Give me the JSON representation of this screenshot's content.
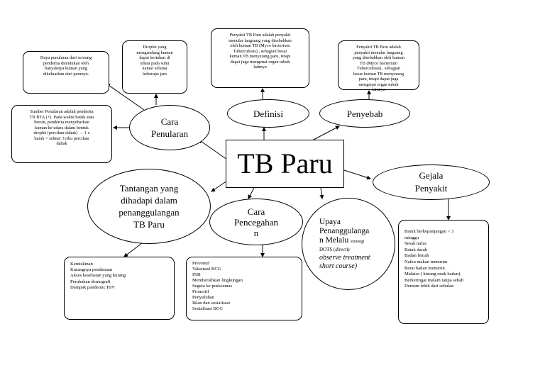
{
  "title": "TB Paru",
  "nodes": {
    "cara_penularan": "Cara\nPenularan",
    "definisi": "Definisi",
    "penyebab": "Penyebab",
    "gejala": "Gejala\nPenyakit",
    "tantangan": "Tantangan yang\ndihadapi dalam\npenanggulangan\nTB Paru",
    "cara_pencegahan": "Cara\nPencegahan\nn",
    "upaya": {
      "line1": "Upaya",
      "line2": "Penanggulanga",
      "line3": "n Melalu",
      "line3_small": "strategi",
      "line4_small": "DOTS (",
      "line4_italic": "directly",
      "line5": "observe treatment",
      "line6": "short course)"
    }
  },
  "boxes": {
    "daya_penularan": "Daya penularan dari seorang\npenderita ditentukan oleh\nbanyaknya kuman yang\ndikeluarkan dari parunya.",
    "droplet": "Droplet yang\nmengandung kuman\ndapat bertahan di\nudara pada suhu\nkamar selama\nbeberapa jam",
    "sumber_penularan": "Sumber Penularan adalah penderita\nTB BTA (+). Pada waktu batuk atau\nbersin, penderita menyebarkan\nkuman ke udara dalam bentuk\ndroplet (percikan dahak) → 1 x\nbatuk = sekitar 3 ribu percikan\ndahak",
    "definisi_text": "Penyakit TB Paru adalah penyakit\nmenular langsung yang disebabkan\noleh kuman TB (Myco bacterium\nTuberculosis) , sebagian besar\nkuman TB menyerang paru, tetapi\ndapat juga mengenai organ tubuh\nlainnya",
    "penyebab_text": "Penyakit TB Paru adalah\npenyakit menular langsung\nyang disebabkan oleh kuman\nTB (Myco bacterium\nTuberculosis) , sebagian\nbesar kuman TB menyerang\nparu, tetapi dapat juga\nmengenai organ tubuh\nlainnya",
    "tantangan_list": [
      "Kemiskinan",
      "Kurangnya pendanaan",
      "Akses kesehatan yang kurang",
      "Perubahan demografi",
      "Dampak pandemic HIV"
    ],
    "pencegahan_list": [
      "Preventif",
      "Vaksinasi BCG",
      "INH",
      "Membersihkan lingkungan",
      "Segera ke puskesmas",
      "Promotif",
      "Penyuluhan",
      "Iklan dan sosialisasi",
      "Sosialisasi BCG"
    ],
    "gejala_list": [
      "Batuk berkepanjangan > 3",
      "minggu",
      "Sesak nafas",
      "Batuk darah",
      "Badan lemah",
      "Nafsu makan menurun",
      "Berat badan menurun",
      "Malaise ( kurang enak badan)",
      "Berkeringat malam tanpa sebab",
      "Demam lebih dari  sebulan"
    ]
  }
}
